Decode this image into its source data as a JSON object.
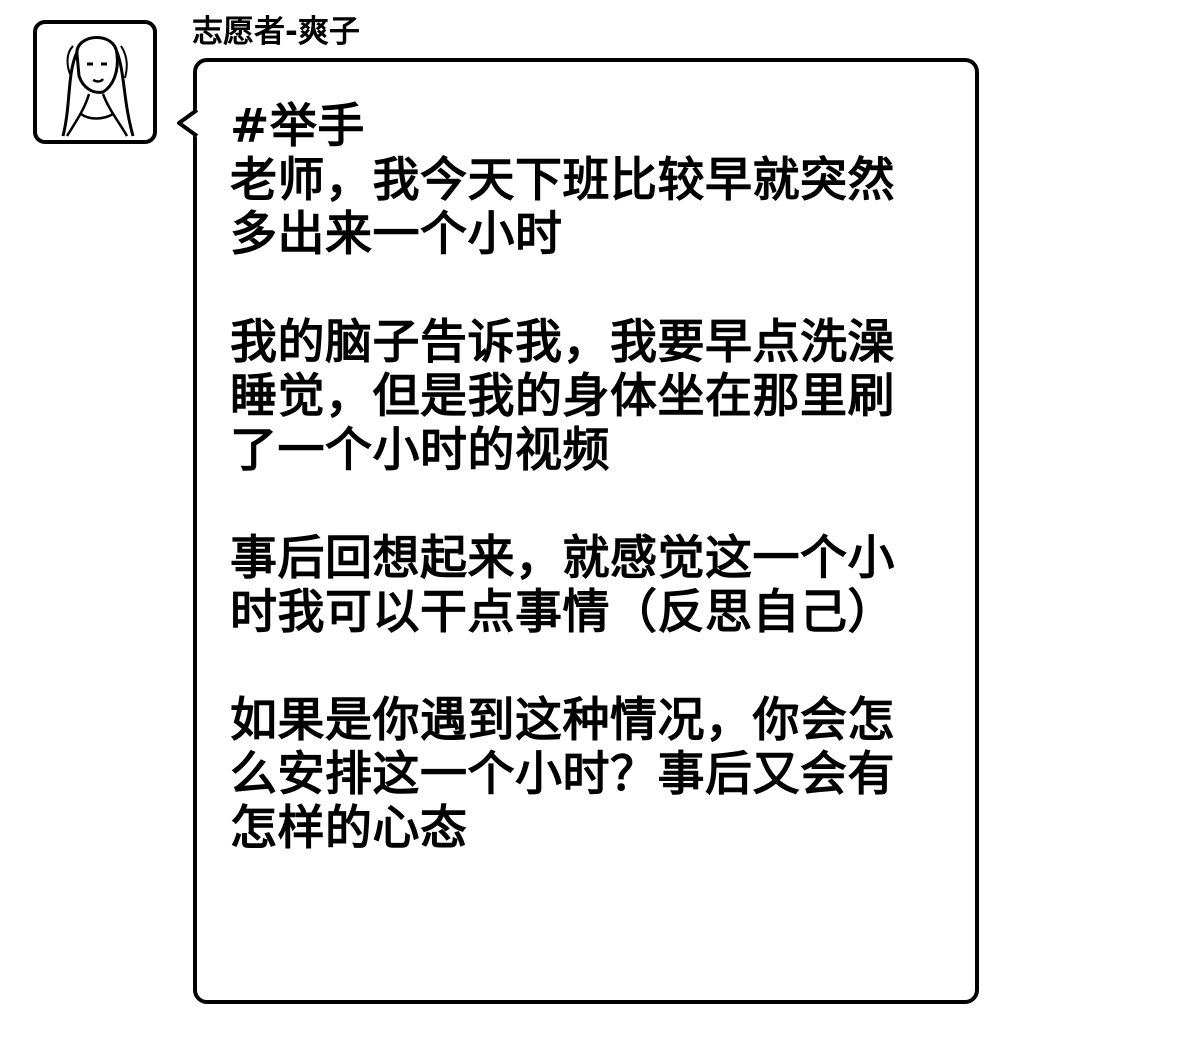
{
  "sender": {
    "name": "志愿者-爽子",
    "avatar_icon": "user-avatar-icon"
  },
  "message": {
    "tag": "#举手",
    "paragraphs": [
      [
        "老师，我今天下班比较早就突然",
        "多出来一个小时"
      ],
      [
        "我的脑子告诉我，我要早点洗澡",
        "睡觉，但是我的身体坐在那里刷",
        "了一个小时的视频"
      ],
      [
        "事后回想起来，就感觉这一个小",
        "时我可以干点事情（反思自己）"
      ],
      [
        "如果是你遇到这种情况，你会怎",
        "么安排这一个小时？事后又会有",
        "怎样的心态"
      ]
    ]
  },
  "colors": {
    "text": "#000000",
    "background": "#ffffff",
    "border": "#000000"
  }
}
